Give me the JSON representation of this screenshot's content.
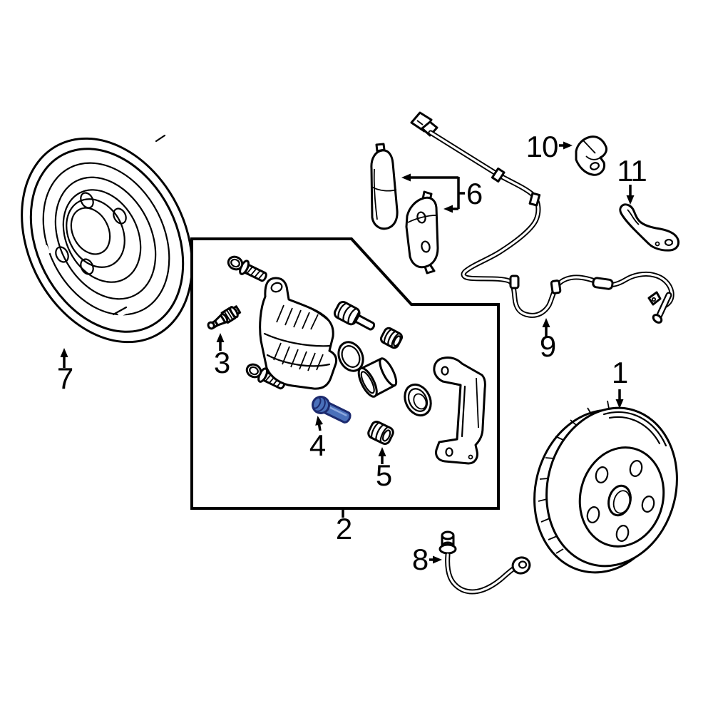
{
  "diagram": {
    "background_color": "#ffffff",
    "line_color": "#000000",
    "highlight_fill": "#4a70ba",
    "highlight_stroke": "#1c2a6e",
    "highlight_shine": "#8da8dd",
    "selected_callout": "4",
    "callouts": [
      {
        "label": "1"
      },
      {
        "label": "2"
      },
      {
        "label": "3"
      },
      {
        "label": "4"
      },
      {
        "label": "5"
      },
      {
        "label": "6"
      },
      {
        "label": "7"
      },
      {
        "label": "8"
      },
      {
        "label": "9"
      },
      {
        "label": "10"
      },
      {
        "label": "11"
      }
    ]
  }
}
